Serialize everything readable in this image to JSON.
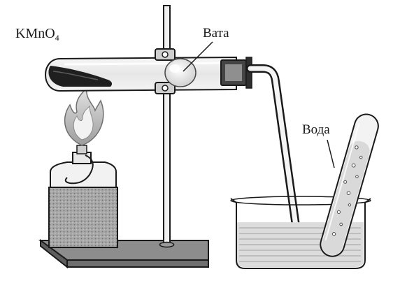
{
  "labels": {
    "kmno4_main": "KMnO",
    "kmno4_sub": "4",
    "cotton": "Вата",
    "water": "Вода"
  },
  "colors": {
    "ink": "#1a1a1a",
    "glass": "#ececec",
    "powder": "#1f1f1f",
    "flame": "#bdbdbd",
    "water": "#d9d9d9",
    "lamp_body": "#9a9a9a"
  },
  "icons": {
    "stand": "lab-stand-icon",
    "burner": "spirit-lamp-icon",
    "flame": "flame-icon",
    "tube": "test-tube-icon",
    "cotton": "cotton-wool-icon",
    "stopper": "rubber-stopper-icon",
    "beaker": "beaker-icon",
    "collector": "collecting-tube-icon"
  }
}
